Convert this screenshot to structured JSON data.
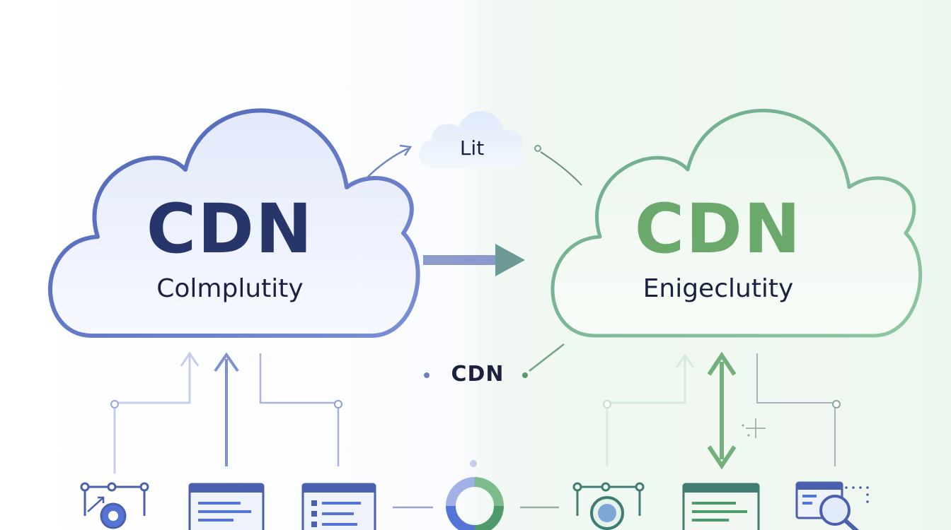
{
  "left_cloud": {
    "title": "CDN",
    "subtitle": "Colmplutity"
  },
  "right_cloud": {
    "title": "CDN",
    "subtitle": "Enigeclutity"
  },
  "small_cloud": {
    "label": "Lit"
  },
  "middle_label": "CDN",
  "colors": {
    "blue_accent": "#5b74c4",
    "green_accent": "#7dbd8b",
    "dark_text": "#1c2140"
  },
  "icons": [
    "network-node-icon",
    "browser-window-icon",
    "browser-list-icon",
    "donut-chart-icon",
    "search-node-icon",
    "document-window-icon",
    "window-search-icon"
  ]
}
